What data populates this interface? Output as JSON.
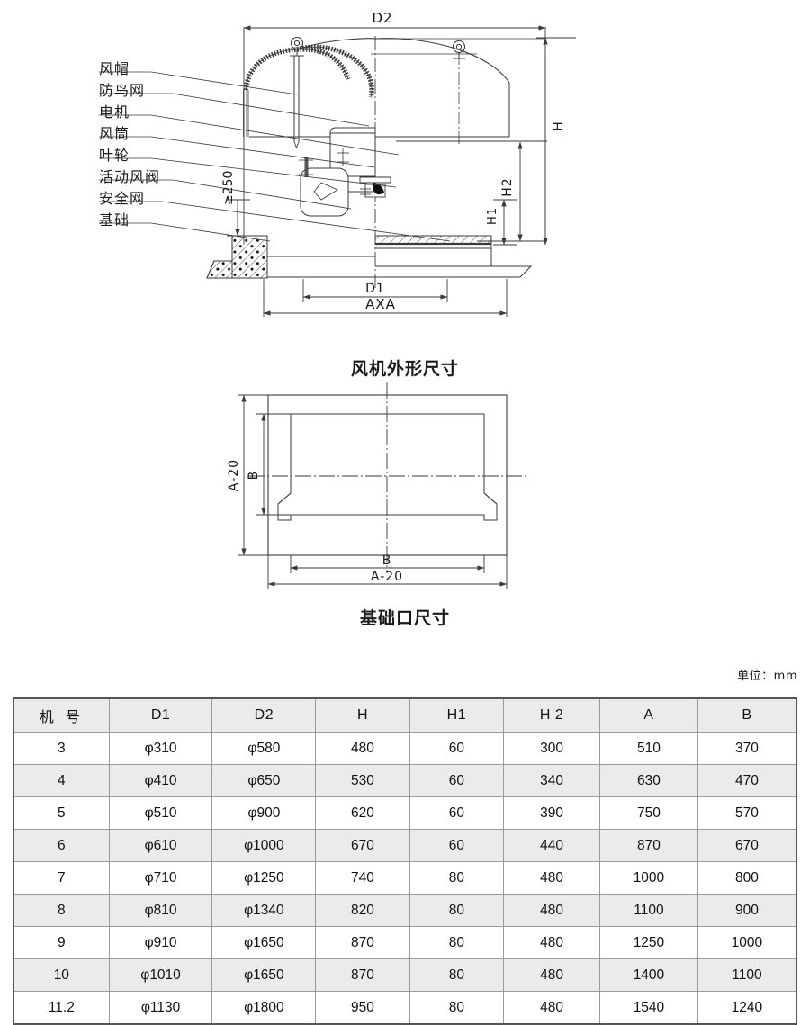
{
  "captions": {
    "fan_outline": "风机外形尺寸",
    "foundation_opening": "基础口尺寸"
  },
  "unit_note": "单位：mm",
  "fan_diagram": {
    "part_labels": [
      "风帽",
      "防鸟网",
      "电机",
      "风筒",
      "叶轮",
      "活动风阀",
      "安全网",
      "基础"
    ],
    "dimensions": {
      "d2": "D2",
      "d1": "D1",
      "axa": "AXA",
      "h": "H",
      "h1": "H1",
      "h2": "H2",
      "min_clearance": "≥250"
    }
  },
  "foundation_diagram": {
    "dimensions": {
      "a_minus_20_vertical": "A-20",
      "a_minus_20_horizontal": "A-20",
      "b_vertical": "B",
      "b_horizontal": "B"
    }
  },
  "table": {
    "headers": [
      "机 号",
      "D1",
      "D2",
      "H",
      "H1",
      "H 2",
      "A",
      "B"
    ],
    "rows": [
      [
        "3",
        "φ310",
        "φ580",
        "480",
        "60",
        "300",
        "510",
        "370"
      ],
      [
        "4",
        "φ410",
        "φ650",
        "530",
        "60",
        "340",
        "630",
        "470"
      ],
      [
        "5",
        "φ510",
        "φ900",
        "620",
        "60",
        "390",
        "750",
        "570"
      ],
      [
        "6",
        "φ610",
        "φ1000",
        "670",
        "60",
        "440",
        "870",
        "670"
      ],
      [
        "7",
        "φ710",
        "φ1250",
        "740",
        "80",
        "480",
        "1000",
        "800"
      ],
      [
        "8",
        "φ810",
        "φ1340",
        "820",
        "80",
        "480",
        "1100",
        "900"
      ],
      [
        "9",
        "φ910",
        "φ1650",
        "870",
        "80",
        "480",
        "1250",
        "1000"
      ],
      [
        "10",
        "φ1010",
        "φ1650",
        "870",
        "80",
        "480",
        "1400",
        "1100"
      ],
      [
        "11.2",
        "φ1130",
        "φ1800",
        "950",
        "80",
        "480",
        "1540",
        "1240"
      ]
    ]
  },
  "colors": {
    "line": "#3a3a3a",
    "header_bg": "#ebebeb",
    "row_alt_bg": "#ebebeb",
    "border": "#9a9a9a"
  }
}
